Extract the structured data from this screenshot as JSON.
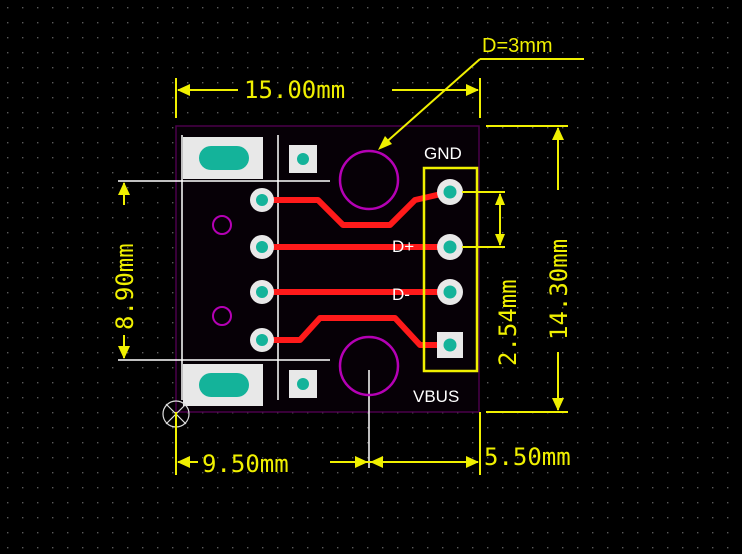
{
  "annotations": {
    "drill": "D=3mm",
    "width_total": "15.00mm",
    "height_total": "14.30mm",
    "height_inner": "8.90mm",
    "pitch": "2.54mm",
    "left_offset": "9.50mm",
    "right_offset": "5.50mm"
  },
  "silkscreen": {
    "gnd": "GND",
    "dplus": "D+",
    "dminus": "D-",
    "vbus": "VBUS"
  },
  "colors": {
    "background": "#000000",
    "grid_dot": "#5a5a5a",
    "dimension": "#f0f000",
    "trace": "#ff1a1a",
    "pad": "#e8e8e8",
    "pad_hole": "#14b39a",
    "outline": "#b400b4",
    "silkscreen": "#ffffff"
  }
}
